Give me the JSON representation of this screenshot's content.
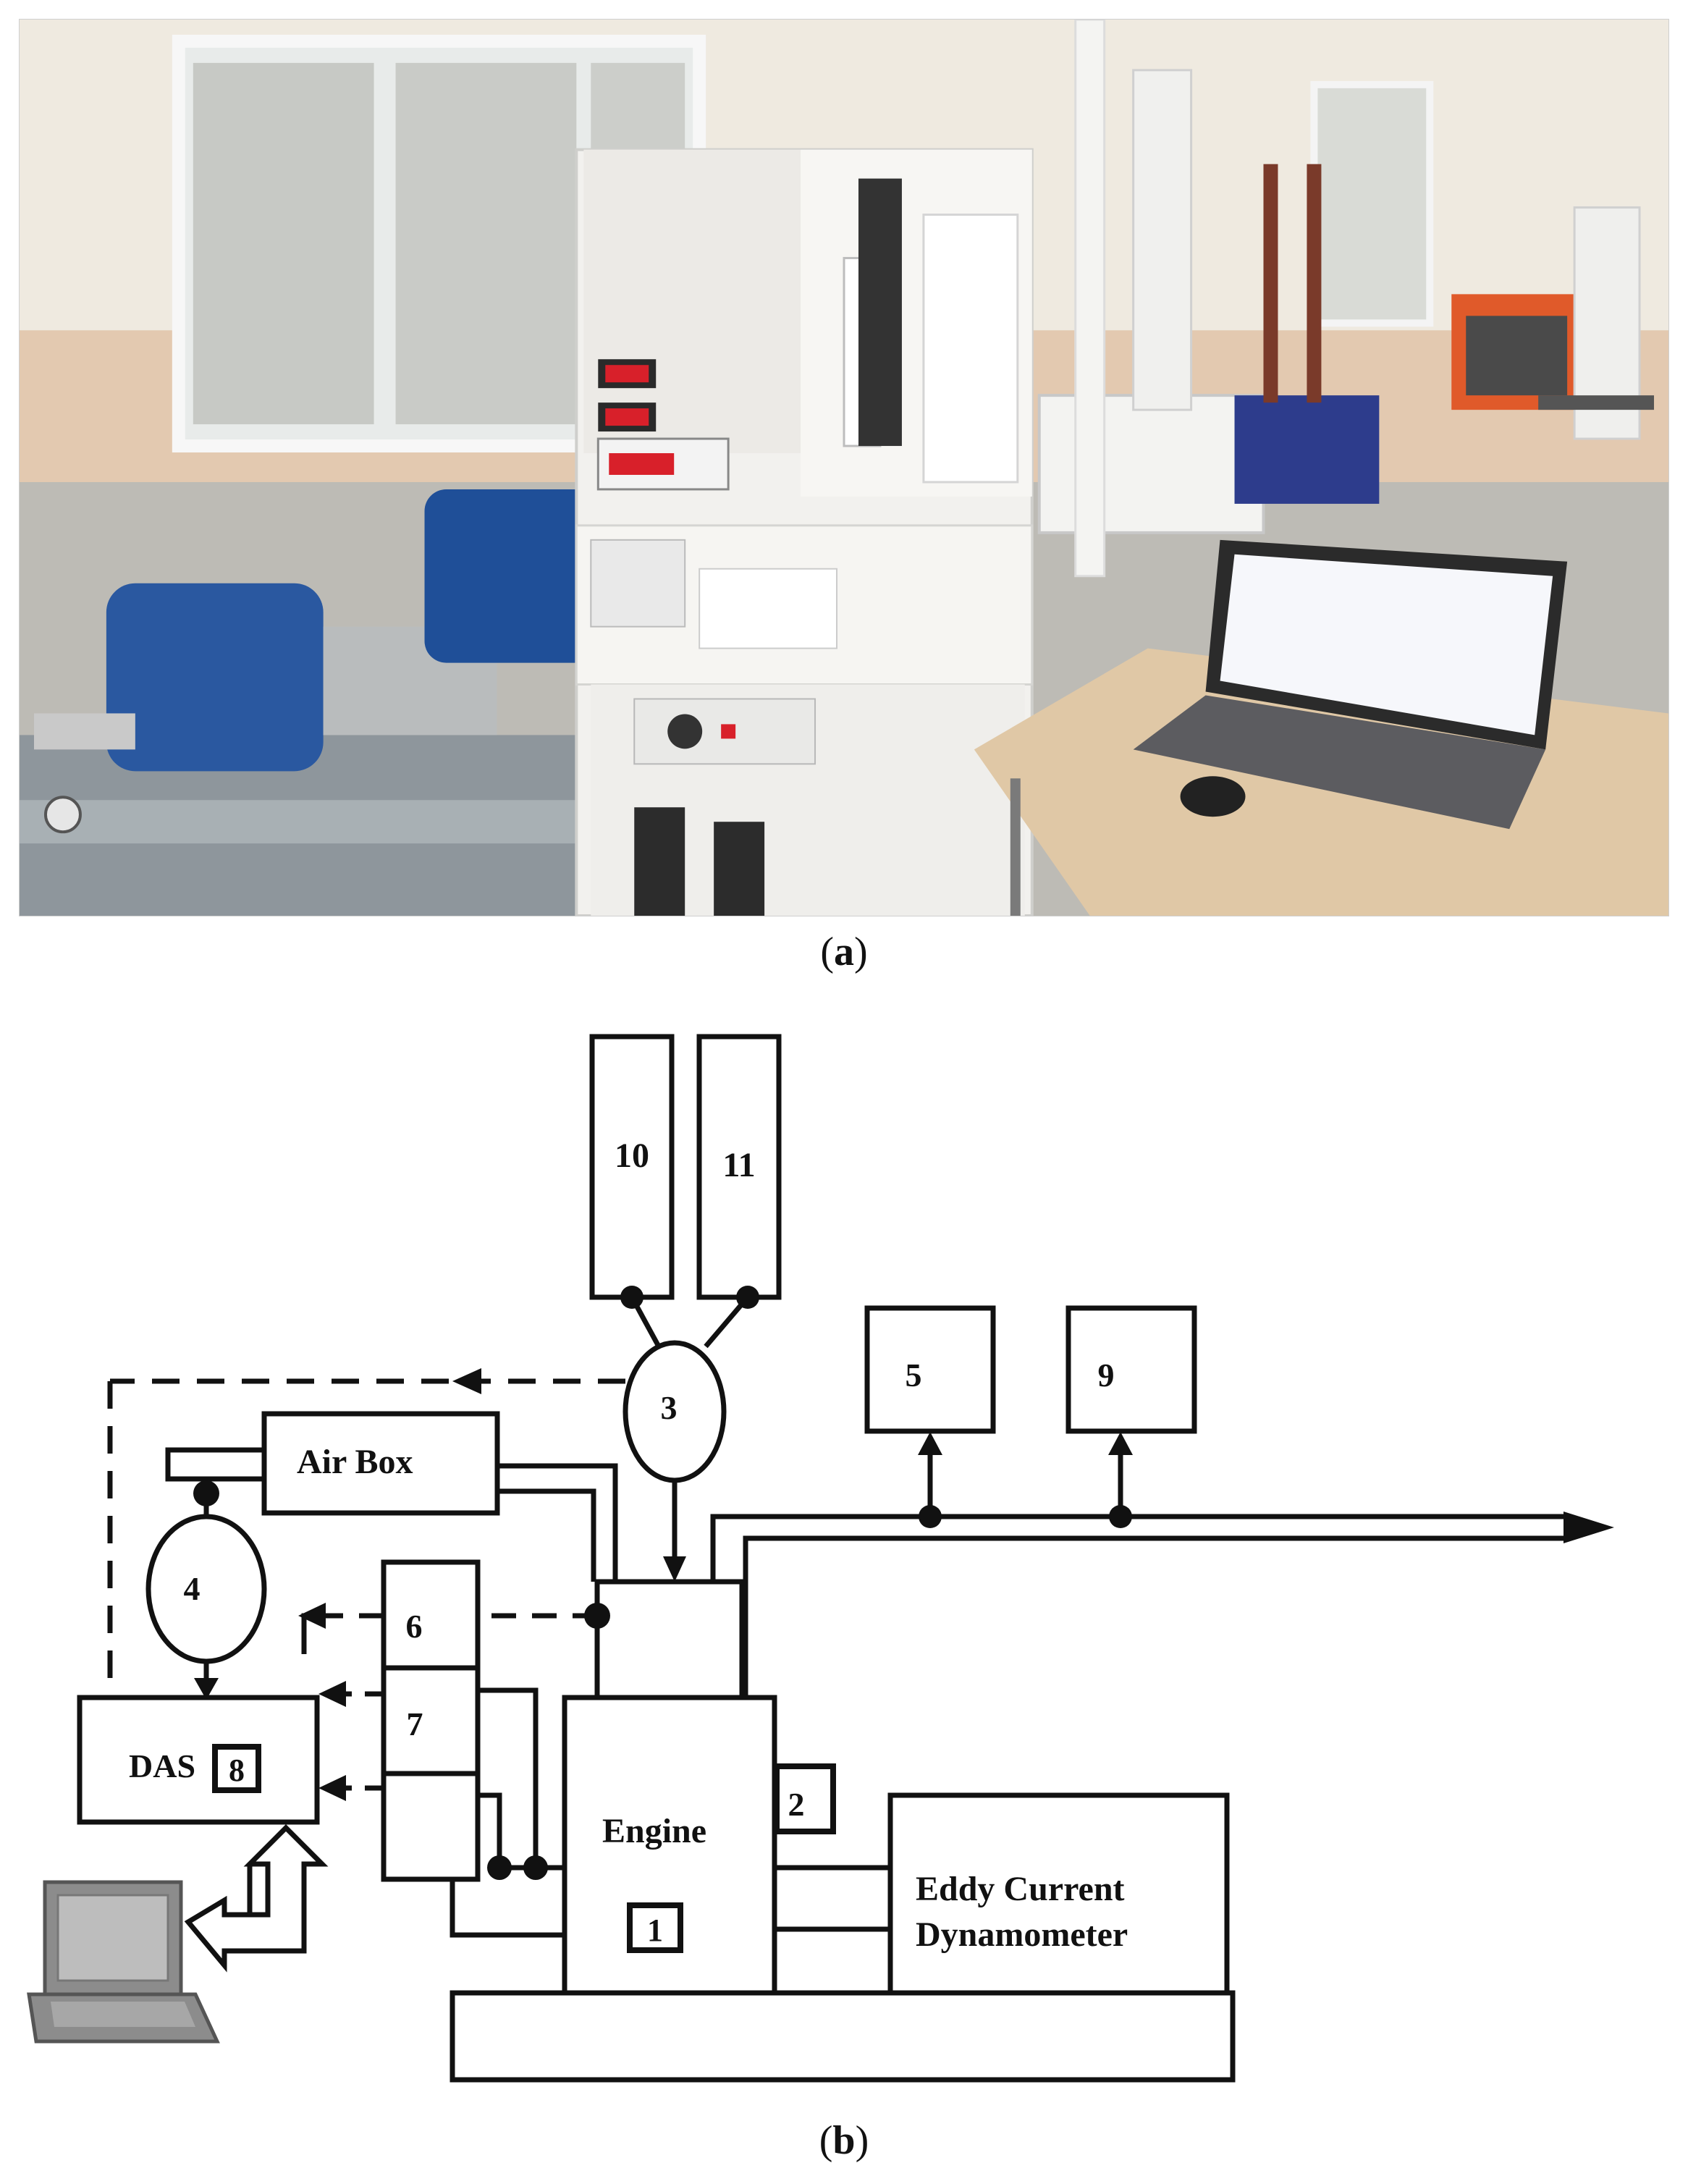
{
  "captions": {
    "a_letter": "a",
    "b_letter": "b"
  },
  "diagram": {
    "labels": {
      "tank10": "10",
      "tank11": "11",
      "sensor3": "3",
      "analyzer5": "5",
      "meter9": "9",
      "airbox": "Air Box",
      "sensor4": "4",
      "box6": "6",
      "box7": "7",
      "das": "DAS",
      "das_num": "8",
      "engine": "Engine",
      "engine_num": "1",
      "label2": "2",
      "dyno_line1": "Eddy Current",
      "dyno_line2": "Dynamometer"
    },
    "icons": {
      "computer": "laptop-icon"
    }
  },
  "colors": {
    "line": "#111111",
    "laptop_screen": "#bdbdbd",
    "laptop_body": "#8c8c8c"
  }
}
